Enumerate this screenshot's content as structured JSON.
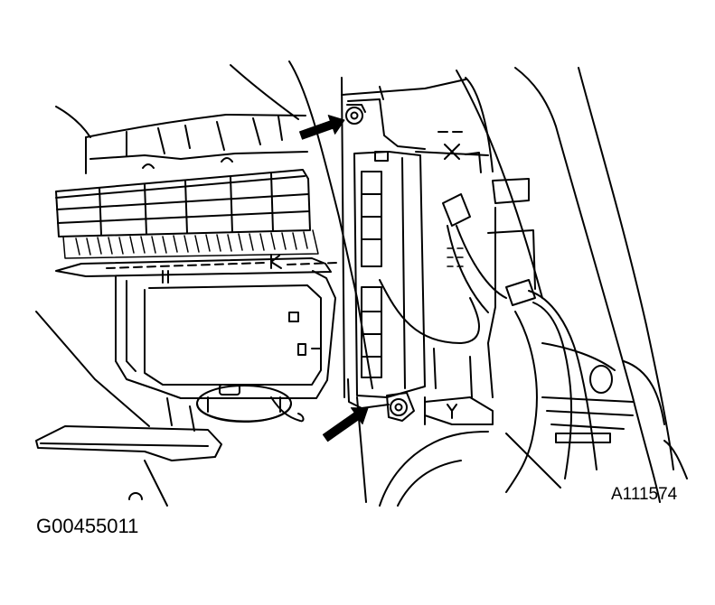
{
  "labels": {
    "figure_number": "A111574",
    "graphic_id": "G00455011"
  },
  "colors": {
    "line": "#000000",
    "background": "#ffffff"
  },
  "callouts": [
    {
      "icon": "arrow-right-icon",
      "points_to": "upper mounting bolt"
    },
    {
      "icon": "arrow-up-right-icon",
      "points_to": "lower mounting bolt"
    }
  ]
}
